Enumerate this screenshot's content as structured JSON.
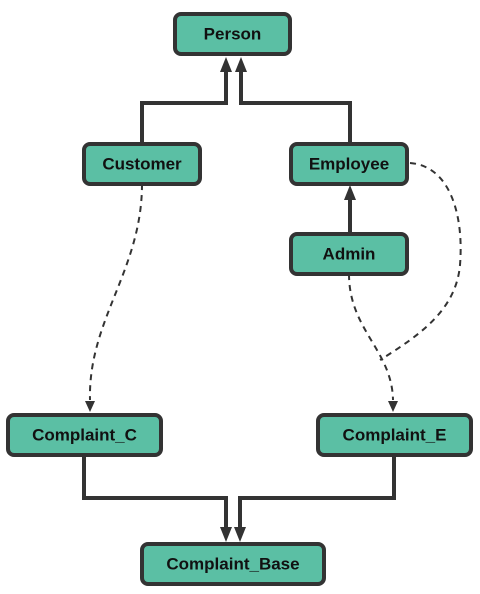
{
  "colors": {
    "node_fill": "#5bbfa4",
    "node_border": "#333333",
    "line": "#333333"
  },
  "nodes": {
    "person": "Person",
    "customer": "Customer",
    "employee": "Employee",
    "admin": "Admin",
    "complaint_c": "Complaint_C",
    "complaint_e": "Complaint_E",
    "complaint_base": "Complaint_Base"
  },
  "edges": [
    {
      "from": "customer",
      "to": "person",
      "style": "solid",
      "kind": "inheritance"
    },
    {
      "from": "employee",
      "to": "person",
      "style": "solid",
      "kind": "inheritance"
    },
    {
      "from": "admin",
      "to": "employee",
      "style": "solid",
      "kind": "inheritance"
    },
    {
      "from": "customer",
      "to": "complaint_c",
      "style": "dashed",
      "kind": "dependency"
    },
    {
      "from": "admin",
      "to": "complaint_e",
      "style": "dashed",
      "kind": "dependency"
    },
    {
      "from": "employee",
      "to": "complaint_e",
      "style": "dashed",
      "kind": "dependency"
    },
    {
      "from": "complaint_c",
      "to": "complaint_base",
      "style": "solid",
      "kind": "inheritance"
    },
    {
      "from": "complaint_e",
      "to": "complaint_base",
      "style": "solid",
      "kind": "inheritance"
    }
  ]
}
